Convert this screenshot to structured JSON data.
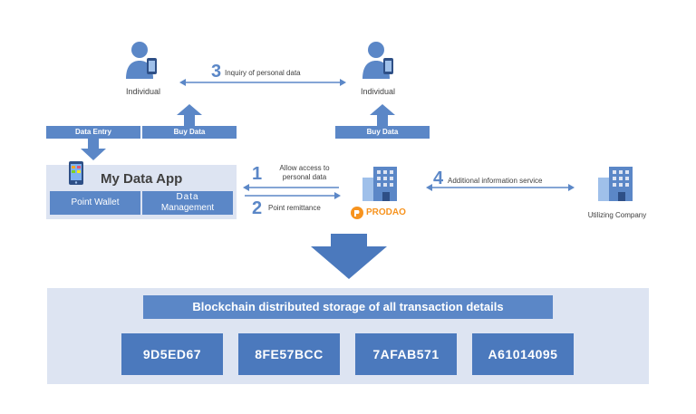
{
  "individual_left": {
    "label": "Individual"
  },
  "individual_right": {
    "label": "Individual"
  },
  "step3": {
    "number": "3",
    "label": "Inquiry of personal data"
  },
  "bars": {
    "data_entry": "Data Entry",
    "buy_data_left": "Buy Data",
    "buy_data_right": "Buy Data"
  },
  "app": {
    "title": "My Data App",
    "point_wallet": "Point Wallet",
    "data_management_line1": "Data",
    "data_management_line2": "Management"
  },
  "step1": {
    "number": "1",
    "line1": "Allow access to",
    "line2": "personal data"
  },
  "step2": {
    "number": "2",
    "label": "Point remittance"
  },
  "prodao": {
    "name": "PRODAO"
  },
  "step4": {
    "number": "4",
    "label": "Additional information service"
  },
  "company": {
    "label": "Utilizing Company"
  },
  "storage": {
    "title": "Blockchain distributed storage of all transaction details",
    "hashes": [
      "9D5ED67",
      "8FE57BCC",
      "7AFAB571",
      "A61014095"
    ]
  },
  "colors": {
    "primary": "#5b87c7",
    "dark": "#4b79bd",
    "panel": "#dde4f2",
    "brand": "#f7931e"
  }
}
